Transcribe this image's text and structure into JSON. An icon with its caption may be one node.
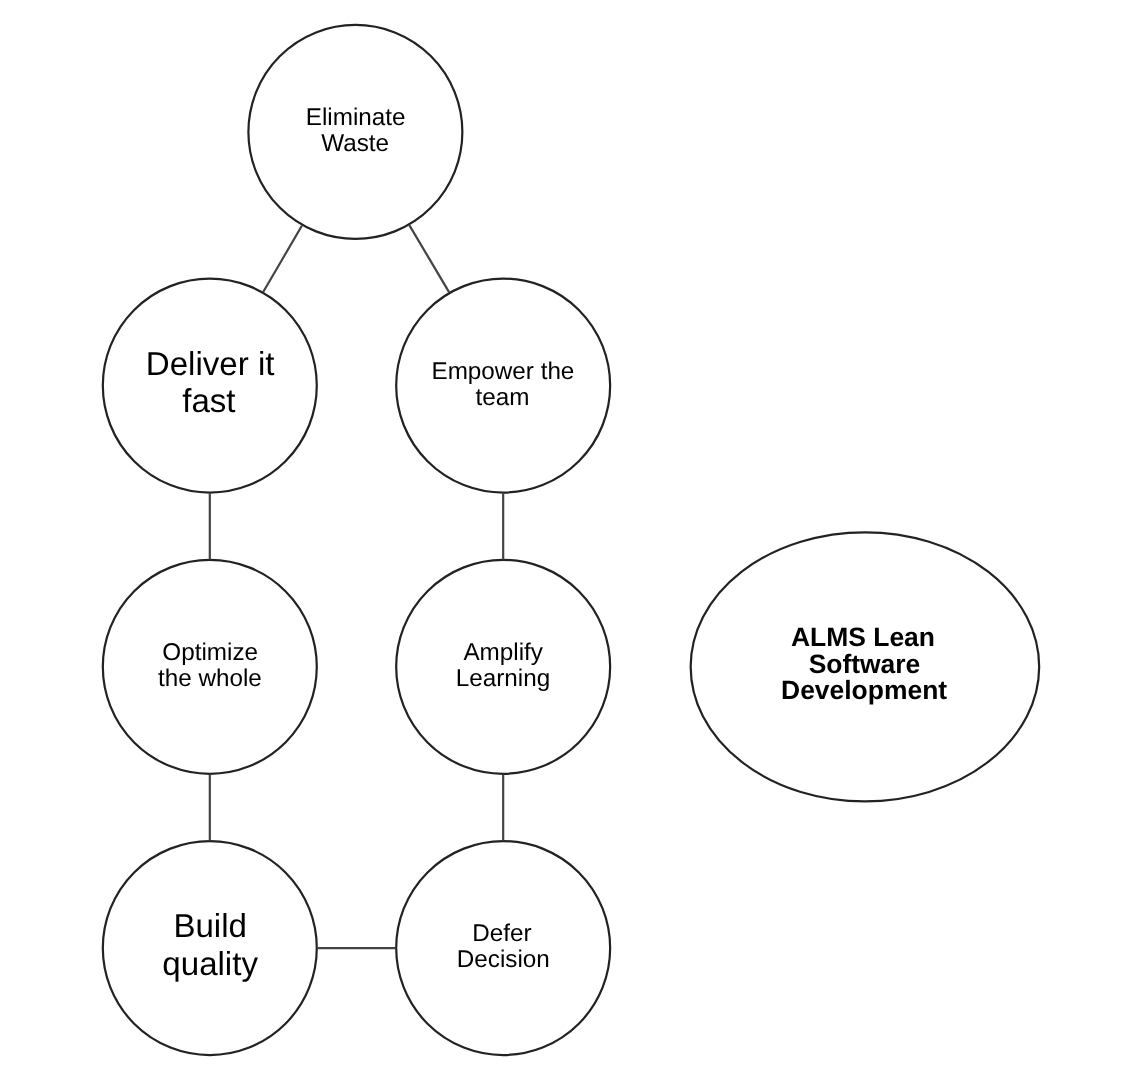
{
  "diagram": {
    "nodes": [
      {
        "text": [
          "Eliminate Waste"
        ]
      },
      {
        "text": [
          "Empower the team"
        ]
      },
      {
        "text": [
          "Deliver it fast"
        ]
      },
      {
        "text": [
          "ALMS Lean Software Development"
        ]
      },
      {
        "text": [
          "Optimize the whole"
        ]
      },
      {
        "text": [
          "Amplify Learning"
        ]
      },
      {
        "text": [
          "Defer Decision"
        ]
      },
      {
        "text": [
          "Build quality"
        ]
      }
    ],
    "edges": [
      {
        "from": 0,
        "to": 2,
        "arrow": "none"
      },
      {
        "from": 2,
        "to": 4,
        "arrow": "none"
      },
      {
        "from": 4,
        "to": 7,
        "arrow": "none"
      },
      {
        "from": 7,
        "to": 6,
        "arrow": "none"
      },
      {
        "from": 6,
        "to": 5,
        "arrow": "none"
      },
      {
        "from": 5,
        "to": 1,
        "arrow": "none"
      },
      {
        "from": 1,
        "to": 0,
        "arrow": "none"
      }
    ]
  }
}
